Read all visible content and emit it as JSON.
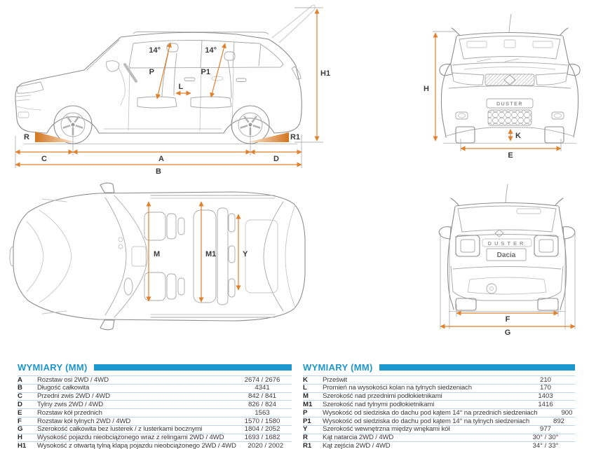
{
  "palette": {
    "accent_blue": "#1B96CE",
    "dim_orange": "#E0812E"
  },
  "diagrams": {
    "side": {
      "labels": {
        "h1": "H1",
        "angle_front": "14°",
        "angle_rear": "14°",
        "p": "P",
        "p1": "P1",
        "l": "L",
        "r": "R",
        "r1": "R1",
        "c": "C",
        "a": "A",
        "d": "D",
        "b": "B"
      }
    },
    "front": {
      "labels": {
        "h": "H",
        "k": "K",
        "e": "E"
      },
      "badge": "DUSTER"
    },
    "top": {
      "labels": {
        "m": "M",
        "m1": "M1",
        "y": "Y"
      }
    },
    "rear": {
      "labels": {
        "f": "F",
        "g": "G"
      },
      "badge": "DUSTER",
      "plate": "Dacia"
    }
  },
  "tables": {
    "left": {
      "title": "WYMIARY (MM)",
      "rows": [
        {
          "key": "A",
          "label": "Rozstaw osi 2WD / 4WD",
          "value": "2674 / 2676"
        },
        {
          "key": "B",
          "label": "Długość całkowita",
          "value": "4341"
        },
        {
          "key": "C",
          "label": "Przedni zwis 2WD / 4WD",
          "value": "842 / 841"
        },
        {
          "key": "D",
          "label": "Tylny zwis 2WD / 4WD",
          "value": "826 / 824"
        },
        {
          "key": "E",
          "label": "Rozstaw kół przednich",
          "value": "1563"
        },
        {
          "key": "F",
          "label": "Rozstaw kół tylnych 2WD / 4WD",
          "value": "1570 / 1580"
        },
        {
          "key": "G",
          "label": "Szerokość całkowita bez lusterek / z lusterkami bocznymi",
          "value": "1804 / 2052"
        },
        {
          "key": "H",
          "label": "Wysokość pojazdu nieobciążonego wraz z relingami 2WD / 4WD",
          "value": "1693 / 1682"
        },
        {
          "key": "H1",
          "label": "Wysokość z otwartą tylną klapą pojazdu nieobciążonego 2WD / 4WD",
          "value": "2020 / 2002"
        }
      ]
    },
    "right": {
      "title": "WYMIARY (MM)",
      "rows": [
        {
          "key": "K",
          "label": "Prześwit",
          "value": "210"
        },
        {
          "key": "L",
          "label": "Promień na wysokości kolan na tylnych siedzeniach",
          "value": "170"
        },
        {
          "key": "M",
          "label": "Szerokość nad przednimi podłokietnikami",
          "value": "1403"
        },
        {
          "key": "M1",
          "label": "Szerokość nad tylnymi podłokietnikami",
          "value": "1416"
        },
        {
          "key": "P",
          "label": "Wysokość od siedziska do dachu pod kątem 14° na przednich siedzeniach",
          "value": "900"
        },
        {
          "key": "P1",
          "label": "Wysokość od siedziska do dachu pod kątem 14° na tylnych siedzeniach",
          "value": "892"
        },
        {
          "key": "Y",
          "label": "Szerokość wewnętrzna między wnękami kół",
          "value": "977"
        },
        {
          "key": "R",
          "label": "Kąt natarcia 2WD / 4WD",
          "value": "30° / 30°"
        },
        {
          "key": "R1",
          "label": "Kąt zejścia 2WD / 4WD",
          "value": "34° / 33°"
        }
      ]
    }
  }
}
